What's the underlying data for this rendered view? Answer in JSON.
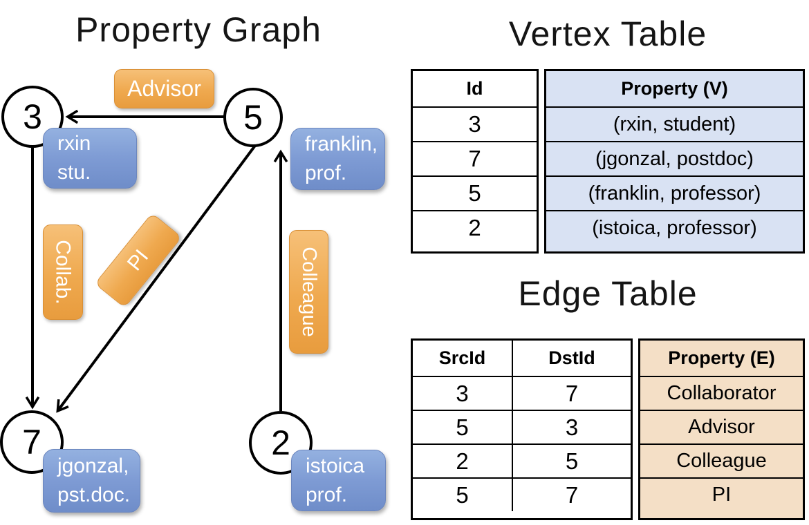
{
  "graph": {
    "title": "Property Graph",
    "nodes": [
      {
        "id": "3",
        "props": [
          "rxin",
          "stu."
        ]
      },
      {
        "id": "5",
        "props": [
          "franklin,",
          "prof."
        ]
      },
      {
        "id": "7",
        "props": [
          "jgonzal,",
          "pst.doc."
        ]
      },
      {
        "id": "2",
        "props": [
          "istoica",
          "prof."
        ]
      }
    ],
    "edge_labels": {
      "advisor": "Advisor",
      "collab": "Collab.",
      "pi": "PI",
      "colleague": "Colleague"
    },
    "edges": [
      {
        "src": "5",
        "dst": "3",
        "label": "Advisor"
      },
      {
        "src": "3",
        "dst": "7",
        "label": "Collab."
      },
      {
        "src": "5",
        "dst": "7",
        "label": "PI"
      },
      {
        "src": "2",
        "dst": "5",
        "label": "Colleague"
      }
    ]
  },
  "vertex_table": {
    "title": "Vertex Table",
    "columns": {
      "id": "Id",
      "property": "Property (V)"
    },
    "rows": [
      {
        "id": "3",
        "property": "(rxin, student)"
      },
      {
        "id": "7",
        "property": "(jgonzal, postdoc)"
      },
      {
        "id": "5",
        "property": "(franklin, professor)"
      },
      {
        "id": "2",
        "property": "(istoica, professor)"
      }
    ]
  },
  "edge_table": {
    "title": "Edge Table",
    "columns": {
      "src": "SrcId",
      "dst": "DstId",
      "property": "Property (E)"
    },
    "rows": [
      {
        "src": "3",
        "dst": "7",
        "property": "Collaborator"
      },
      {
        "src": "5",
        "dst": "3",
        "property": "Advisor"
      },
      {
        "src": "2",
        "dst": "5",
        "property": "Colleague"
      },
      {
        "src": "5",
        "dst": "7",
        "property": "PI"
      }
    ]
  },
  "colors": {
    "edge_label_orange": "#EFA94F",
    "vertex_prop_blue": "#7E9BD4",
    "vertex_table_fill": "#D9E2F3",
    "edge_table_fill": "#F4DFC6",
    "line_black": "#000000"
  }
}
